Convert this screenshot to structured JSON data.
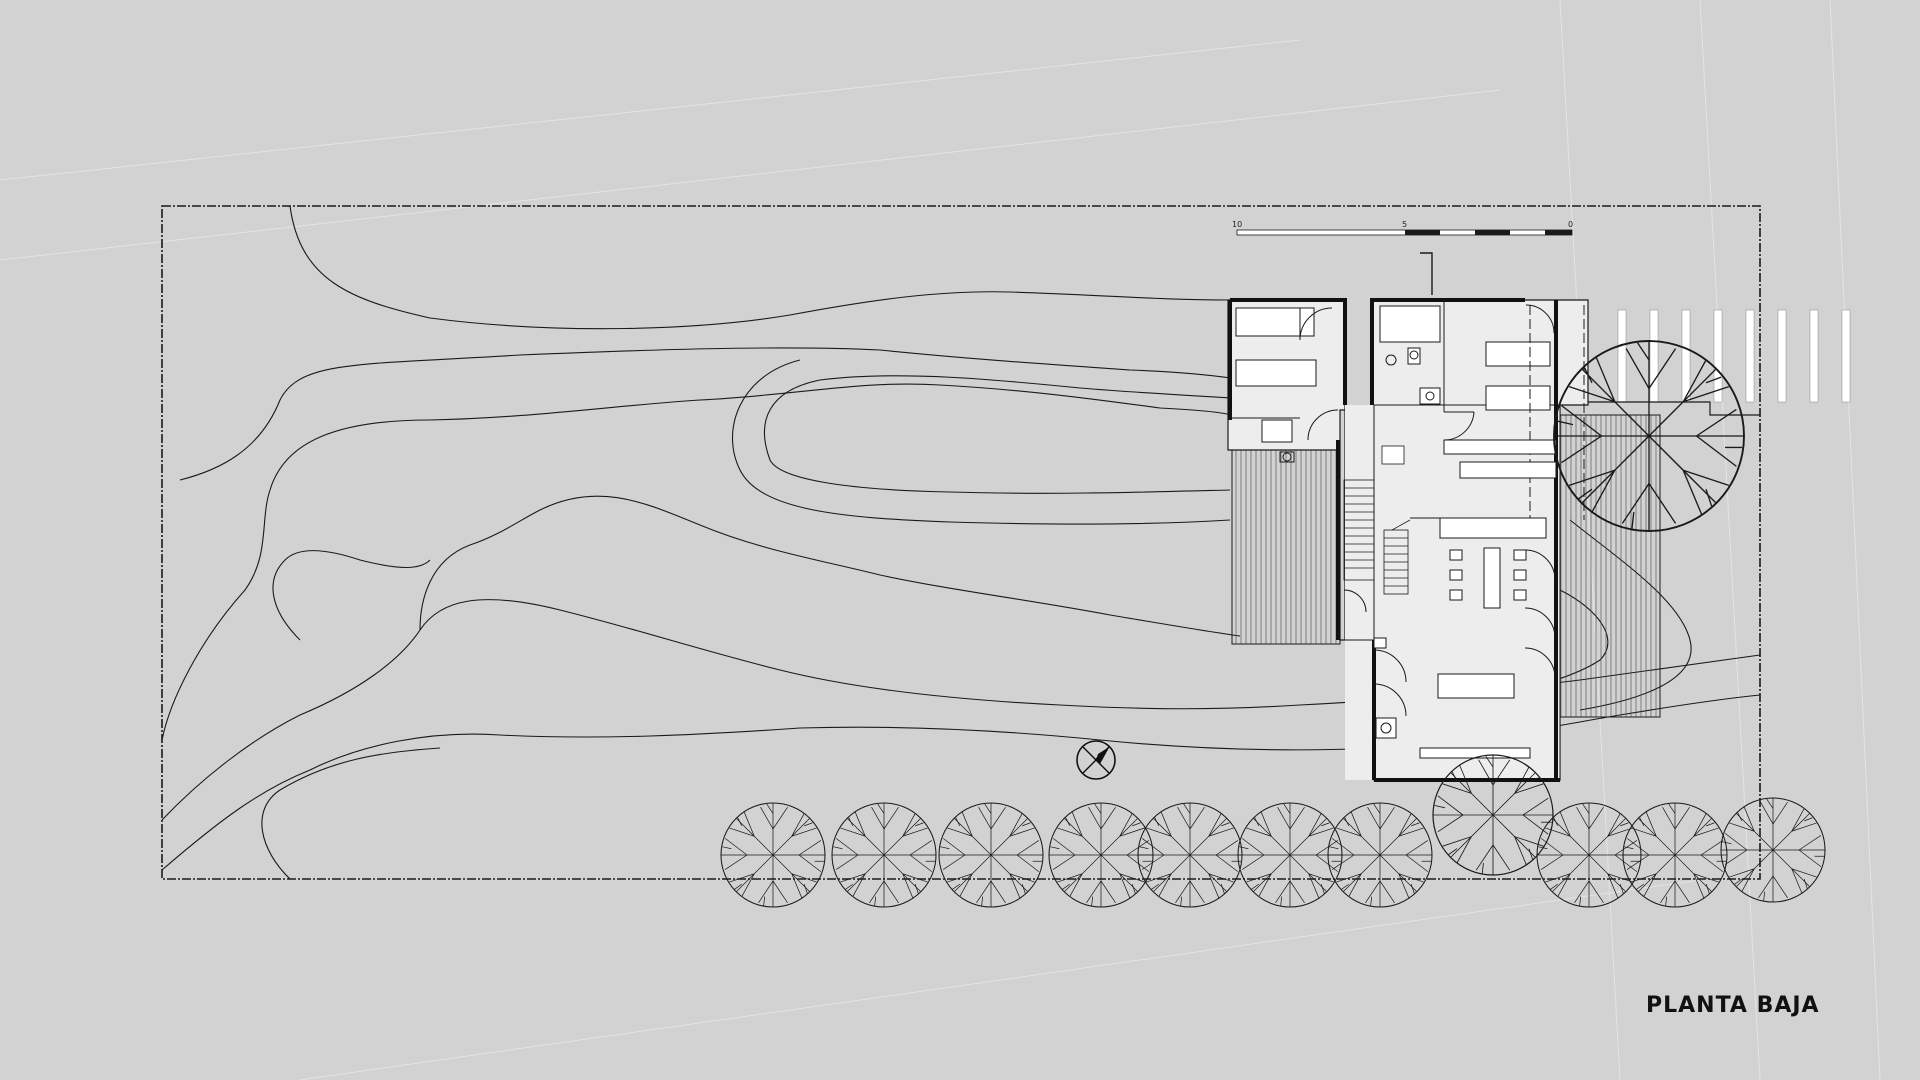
{
  "drawing": {
    "title": "PLANTA BAJA",
    "scale_labels": [
      "10",
      "5",
      "0"
    ],
    "colors": {
      "background": "#d2d2d2",
      "ink": "#1a1a1a",
      "house_fill": "#ededed"
    }
  }
}
